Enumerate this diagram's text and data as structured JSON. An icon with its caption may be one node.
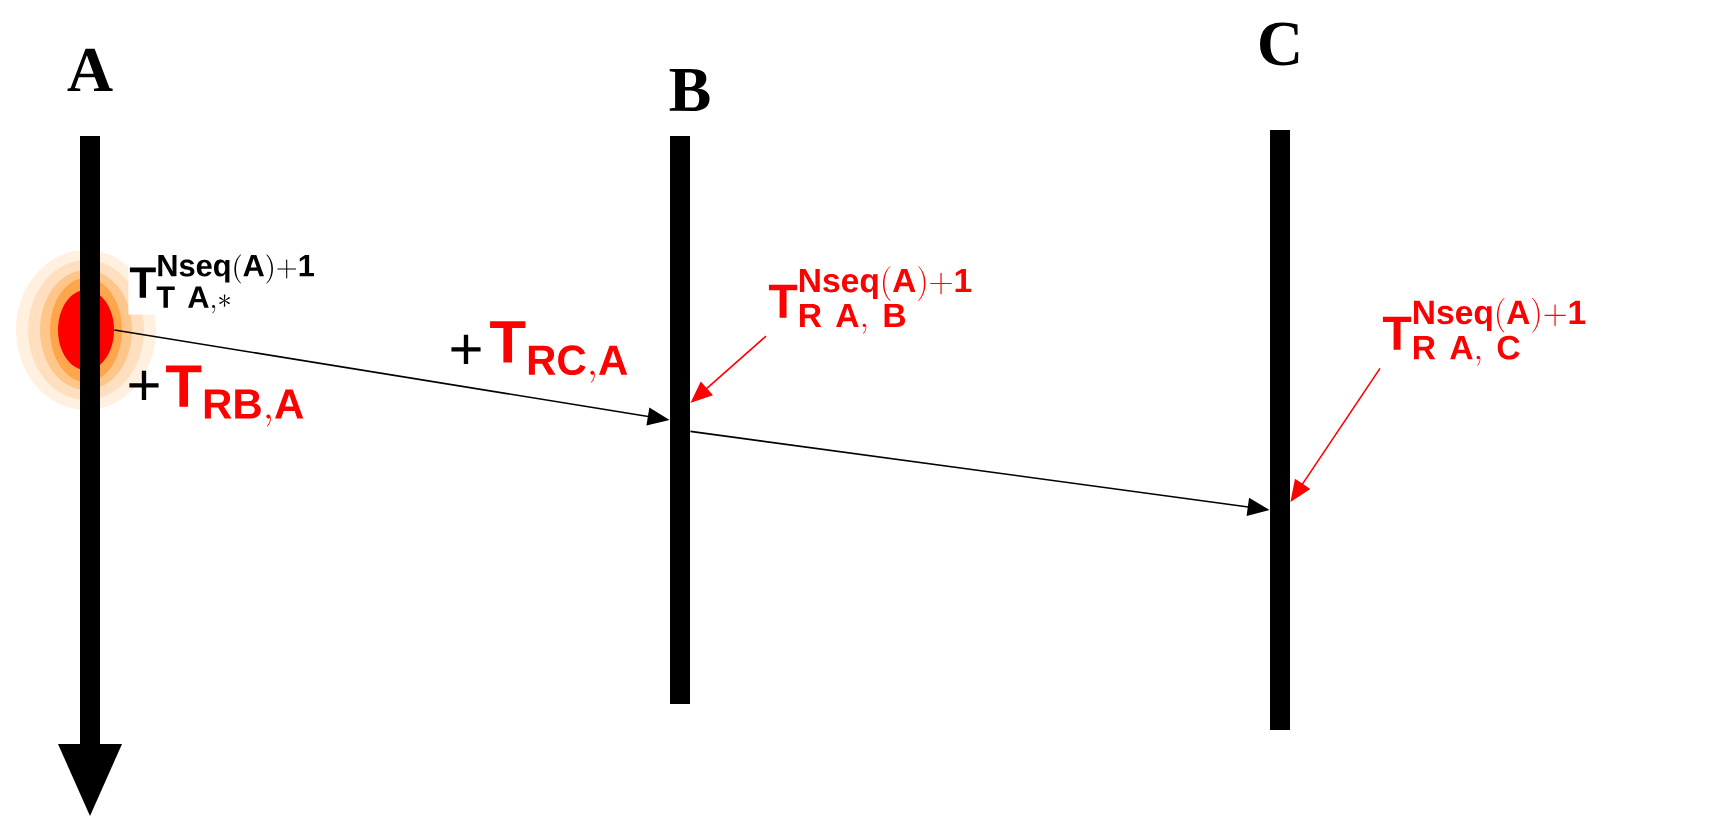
{
  "diagram": {
    "nodes": [
      {
        "text": [
          "A"
        ]
      },
      {
        "text": [
          "B"
        ]
      },
      {
        "text": [
          "C"
        ]
      },
      {
        "text": [],
        "shape": "circle"
      },
      {
        "text": [
          "\\mathbf{T}_{\\mathbf{R\\ A,\\ B}}^{\\mathbf{Nseq(A)+1}}"
        ]
      },
      {
        "text": [
          "\\mathbf{T}_{\\mathbf{R\\ A,\\ C}}^{\\mathbf{Nseq(A)+1}}"
        ]
      }
    ],
    "edges": [
      {
        "from": 3,
        "to": 1,
        "arrow": "to",
        "label": "\\mathbf{T}_{\\mathbf{T\\ A,*}}^{\\mathbf{Nseq(A)+1}}"
      },
      {
        "from": 1,
        "to": 2,
        "arrow": "to"
      },
      {
        "from": 4,
        "to": 1,
        "arrow": "to",
        "color": "#ff0000"
      },
      {
        "from": 5,
        "to": 2,
        "arrow": "to",
        "color": "#ff0000"
      }
    ],
    "labels": [
      "+",
      "\\mathbf{T}_{\\mathbf{RC,A}}",
      "+",
      "\\mathbf{T}_{\\mathbf{RB,A}}"
    ]
  }
}
